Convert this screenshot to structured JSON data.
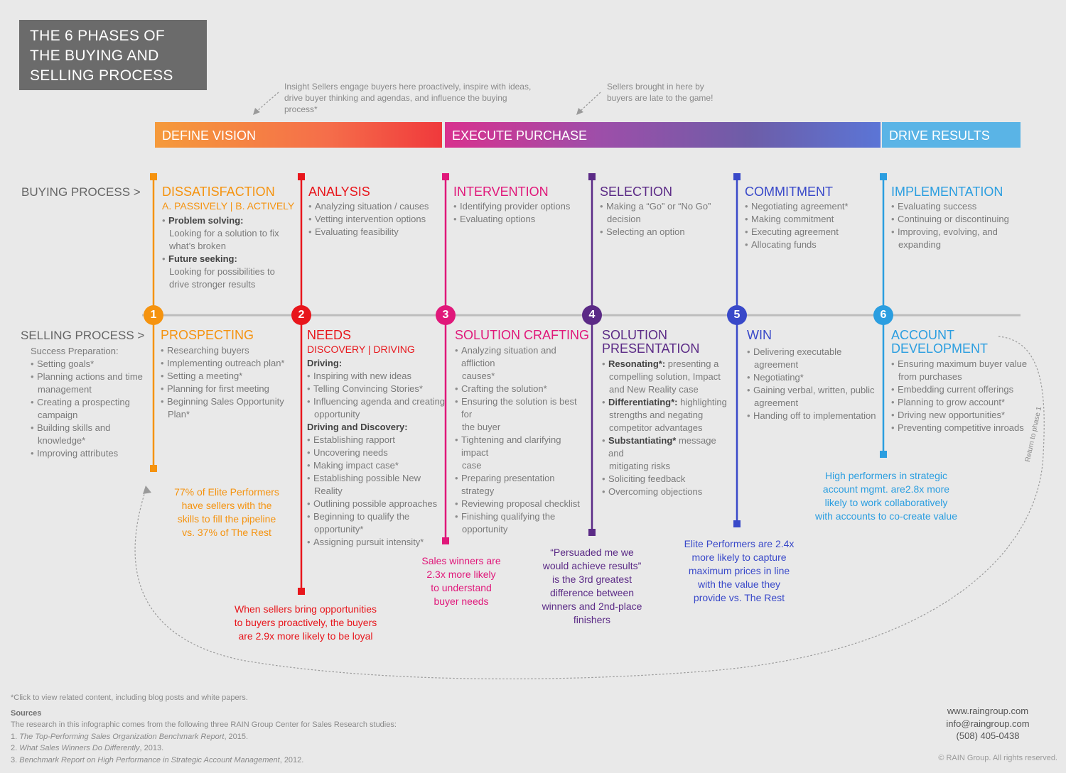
{
  "title": {
    "line1": "THE 6 PHASES  OF",
    "line2": "THE BUYING AND",
    "line3": "SELLING PROCESS"
  },
  "notes": {
    "insight": {
      "line1": "Insight Sellers engage buyers here proactively, inspire with ideas,",
      "line2": "drive buyer thinking and agendas, and influence the buying",
      "line3": "process*"
    },
    "late": {
      "line1": "Sellers brought in here by",
      "line2": "buyers are late to the game!"
    }
  },
  "phases": {
    "define": "DEFINE VISION",
    "execute": "EXECUTE PURCHASE",
    "drive": "DRIVE RESULTS"
  },
  "labels": {
    "buying": "BUYING PROCESS >",
    "selling": "SELLING PROCESS >"
  },
  "colors": {
    "orange": "#f5930f",
    "red": "#e8161c",
    "magenta": "#e0187a",
    "purple": "#5b2a86",
    "blue": "#3949c9",
    "lightblue": "#2b9ee0",
    "axis": "#bdbdbd",
    "gray": "#6b6b6b"
  },
  "success_prep": {
    "heading": "Success Preparation:",
    "items": [
      "Setting goals*",
      "Planning actions and time",
      "management",
      "Creating a prospecting",
      "campaign",
      "Building skills and",
      "knowledge*",
      "Improving attributes"
    ]
  },
  "buying": [
    {
      "title": "DISSATISFACTION",
      "subtitle": "A. PASSIVELY  |  B. ACTIVELY",
      "items": [
        "Problem solving:",
        "Looking for a solution to fix",
        "what’s broken",
        "Future seeking:",
        "Looking for possibilities to",
        "drive stronger results"
      ]
    },
    {
      "title": "ANALYSIS",
      "items": [
        "Analyzing situation / causes",
        "Vetting intervention options",
        "Evaluating feasibility"
      ]
    },
    {
      "title": "INTERVENTION",
      "items": [
        "Identifying provider options",
        "Evaluating options"
      ]
    },
    {
      "title": "SELECTION",
      "items": [
        "Making a “Go” or “No Go”",
        "decision",
        "Selecting an option"
      ]
    },
    {
      "title": "COMMITMENT",
      "items": [
        "Negotiating agreement*",
        "Making commitment",
        "Executing agreement",
        "Allocating funds"
      ]
    },
    {
      "title": "IMPLEMENTATION",
      "items": [
        "Evaluating success",
        "Continuing or discontinuing",
        "Improving, evolving, and",
        "expanding"
      ]
    }
  ],
  "selling": [
    {
      "number": "1",
      "title": "PROSPECTING",
      "items": [
        "Researching buyers",
        "Implementing outreach plan*",
        "Setting a meeting*",
        "Planning for first meeting",
        "Beginning Sales Opportunity",
        "Plan*"
      ],
      "stat": [
        "77% of Elite Performers",
        "have sellers with the",
        "skills to fill the pipeline",
        "vs. 37% of The Rest"
      ]
    },
    {
      "number": "2",
      "title": "NEEDS",
      "subtitle": "DISCOVERY | DRIVING",
      "items": [
        "Driving:",
        "Inspiring with new ideas",
        "Telling Convincing Stories*",
        "Influencing agenda and creating",
        "opportunity",
        "Driving and Discovery:",
        "Establishing rapport",
        "Uncovering needs",
        "Making impact case*",
        "Establishing possible New",
        "Reality",
        "Outlining possible approaches",
        "Beginning to qualify the",
        "opportunity*",
        "Assigning pursuit intensity*"
      ],
      "stat": [
        "When sellers bring opportunities",
        "to buyers proactively, the buyers",
        "are 2.9x  more likely to be loyal"
      ]
    },
    {
      "number": "3",
      "title": "SOLUTION CRAFTING",
      "items": [
        "Analyzing situation and affliction",
        "causes*",
        "Crafting the solution*",
        "Ensuring the solution is best for",
        "the buyer",
        "Tightening and clarifying impact",
        "case",
        "Preparing presentation strategy",
        "Reviewing proposal checklist",
        "Finishing qualifying the",
        "opportunity"
      ],
      "stat": [
        "Sales winners are",
        "2.3x more likely",
        "to understand",
        "buyer needs"
      ]
    },
    {
      "number": "4",
      "title": "SOLUTION",
      "title2": "PRESENTATION",
      "items": [
        "Resonating*:",
        " presenting a",
        "compelling solution, Impact",
        "and New Reality case",
        "Differentiating*:",
        " highlighting",
        "strengths and negating",
        "competitor advantages",
        "Substantiating*",
        " message and",
        "mitigating risks",
        "Soliciting feedback",
        "Overcoming objections"
      ],
      "stat": [
        "“Persuaded me we",
        "would achieve results”",
        "is the 3rd greatest",
        "difference between",
        "winners and 2nd-place",
        "finishers"
      ]
    },
    {
      "number": "5",
      "title": "WIN",
      "items": [
        "Delivering executable",
        "agreement",
        "Negotiating*",
        "Gaining verbal, written, public",
        "agreement",
        "Handing off to implementation"
      ],
      "stat": [
        "Elite Performers are 2.4x",
        "more likely to capture",
        "maximum prices in line",
        "with the value they",
        "provide vs. The Rest"
      ]
    },
    {
      "number": "6",
      "title": "ACCOUNT",
      "title2": "DEVELOPMENT",
      "items": [
        "Ensuring maximum buyer value",
        "from purchases",
        "Embedding current offerings",
        "Planning to grow account*",
        "Driving new opportunities*",
        "Preventing competitive inroads"
      ],
      "stat": [
        "High performers in strategic",
        "account mgmt. are2.8x more",
        "likely to work collaboratively",
        "with accounts to co-create value"
      ]
    }
  ],
  "return_label": "Return to phase 1",
  "footer": {
    "click_note": "*Click to view related content, including blog posts and white papers.",
    "sources_heading": "Sources",
    "sources_intro": "The research in this infographic comes from the following three RAIN Group Center for Sales Research studies:",
    "sources": [
      {
        "num": "1.",
        "title": "The Top-Performing Sales Organization Benchmark Report",
        "year": ", 2015."
      },
      {
        "num": "2.",
        "title": "What Sales Winners Do Differently",
        "year": ", 2013."
      },
      {
        "num": "3.",
        "title": "Benchmark Report on High Performance in Strategic Account Management",
        "year": ", 2012."
      }
    ],
    "website": "www.raingroup.com",
    "email": "info@raingroup.com",
    "phone": "(508) 405-0438",
    "copyright": "© RAIN Group. All rights reserved."
  }
}
